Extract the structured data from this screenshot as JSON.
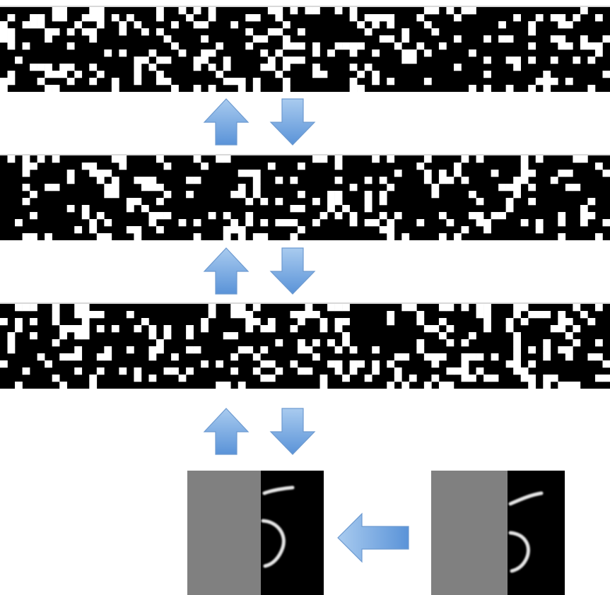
{
  "diagram": {
    "layers": [
      {
        "id": "hidden-layer-3",
        "seed": 17
      },
      {
        "id": "hidden-layer-2",
        "seed": 42
      },
      {
        "id": "hidden-layer-1",
        "seed": 91
      }
    ],
    "layer_grid": {
      "cols": 82,
      "rows": 12,
      "white_density": 0.24
    },
    "arrows": [
      "up",
      "down"
    ],
    "input_panels": [
      {
        "id": "reconstructed-input",
        "digit": "5",
        "occluded_half": "left"
      },
      {
        "id": "occluded-input",
        "digit": "5",
        "occluded_half": "left"
      }
    ],
    "horizontal_arrow": "left",
    "colors": {
      "arrow_fill_light": "#a9cbef",
      "arrow_fill_dark": "#5a93d8",
      "arrow_stroke": "#6d9ad0",
      "occlusion_gray": "#808080",
      "layer_black": "#000000",
      "layer_white": "#ffffff",
      "stroke_white": "#e6e6e6"
    }
  }
}
